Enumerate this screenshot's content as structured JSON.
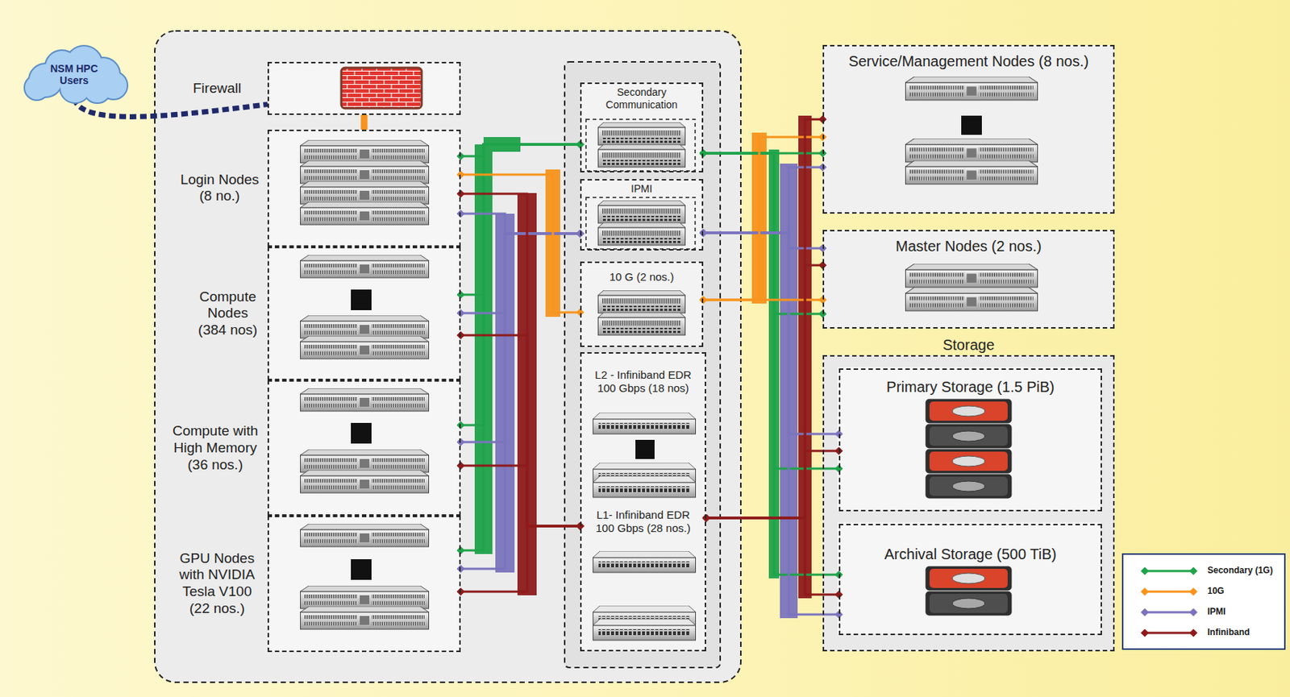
{
  "diagram": {
    "nodes": [
      {
        "text": [
          "NSM HPC Users"
        ]
      },
      {
        "text": [
          "Firewall"
        ]
      },
      {
        "text": [
          "Login Nodes (8 no.)"
        ]
      },
      {
        "text": [
          "Compute Nodes (384 nos)"
        ]
      },
      {
        "text": [
          "Compute with High Memory (36 nos.)"
        ]
      },
      {
        "text": [
          "GPU Nodes with NVIDIA Tesla V100 (22 nos.)"
        ]
      },
      {
        "text": [
          "Secondary Communication"
        ]
      },
      {
        "text": [
          "IPMI"
        ]
      },
      {
        "text": [
          "10 G (2 nos.)"
        ]
      },
      {
        "text": [
          "L2 - Infiniband EDR 100 Gbps (18 nos)",
          "L1- Infiniband EDR 100 Gbps (28 nos.)"
        ]
      },
      {
        "text": [
          "Service/Management Nodes (8 nos.)"
        ]
      },
      {
        "text": [
          "Master Nodes (2 nos.)"
        ]
      },
      {
        "text": [
          "Storage"
        ]
      },
      {
        "text": [
          "Primary Storage (1.5 PiB)"
        ],
        "in": 12
      },
      {
        "text": [
          "Archival Storage (500 TiB)"
        ],
        "in": 12
      }
    ],
    "edges": [
      {
        "from": 0,
        "to": 1,
        "arrow": "none"
      },
      {
        "from": 1,
        "to": 2,
        "arrow": "none"
      },
      {
        "from": 2,
        "to": 6,
        "arrow": "both"
      },
      {
        "from": 3,
        "to": 6,
        "arrow": "both"
      },
      {
        "from": 4,
        "to": 6,
        "arrow": "both"
      },
      {
        "from": 5,
        "to": 6,
        "arrow": "both"
      },
      {
        "from": 2,
        "to": 7,
        "arrow": "both"
      },
      {
        "from": 3,
        "to": 7,
        "arrow": "both"
      },
      {
        "from": 4,
        "to": 7,
        "arrow": "both"
      },
      {
        "from": 5,
        "to": 7,
        "arrow": "both"
      },
      {
        "from": 2,
        "to": 9,
        "arrow": "both"
      },
      {
        "from": 3,
        "to": 9,
        "arrow": "both"
      },
      {
        "from": 4,
        "to": 9,
        "arrow": "both"
      },
      {
        "from": 5,
        "to": 9,
        "arrow": "both"
      },
      {
        "from": 2,
        "to": 8,
        "arrow": "both"
      },
      {
        "from": 6,
        "to": 10,
        "arrow": "both"
      },
      {
        "from": 6,
        "to": 11,
        "arrow": "both"
      },
      {
        "from": 6,
        "to": 13,
        "arrow": "both"
      },
      {
        "from": 6,
        "to": 14,
        "arrow": "both"
      },
      {
        "from": 7,
        "to": 10,
        "arrow": "both"
      },
      {
        "from": 7,
        "to": 11,
        "arrow": "both"
      },
      {
        "from": 7,
        "to": 13,
        "arrow": "both"
      },
      {
        "from": 7,
        "to": 14,
        "arrow": "both"
      },
      {
        "from": 8,
        "to": 10,
        "arrow": "both"
      },
      {
        "from": 8,
        "to": 11,
        "arrow": "both"
      },
      {
        "from": 9,
        "to": 10,
        "arrow": "both"
      },
      {
        "from": 9,
        "to": 11,
        "arrow": "both"
      },
      {
        "from": 9,
        "to": 13,
        "arrow": "both"
      },
      {
        "from": 9,
        "to": 14,
        "arrow": "both"
      }
    ],
    "legend": [
      {
        "text": "Secondary (1G)",
        "color": "#1fa34a"
      },
      {
        "text": "10G",
        "color": "#f7941d"
      },
      {
        "text": "IPMI",
        "color": "#7b74bd"
      },
      {
        "text": "Infiniband",
        "color": "#8e1b1b"
      }
    ]
  }
}
